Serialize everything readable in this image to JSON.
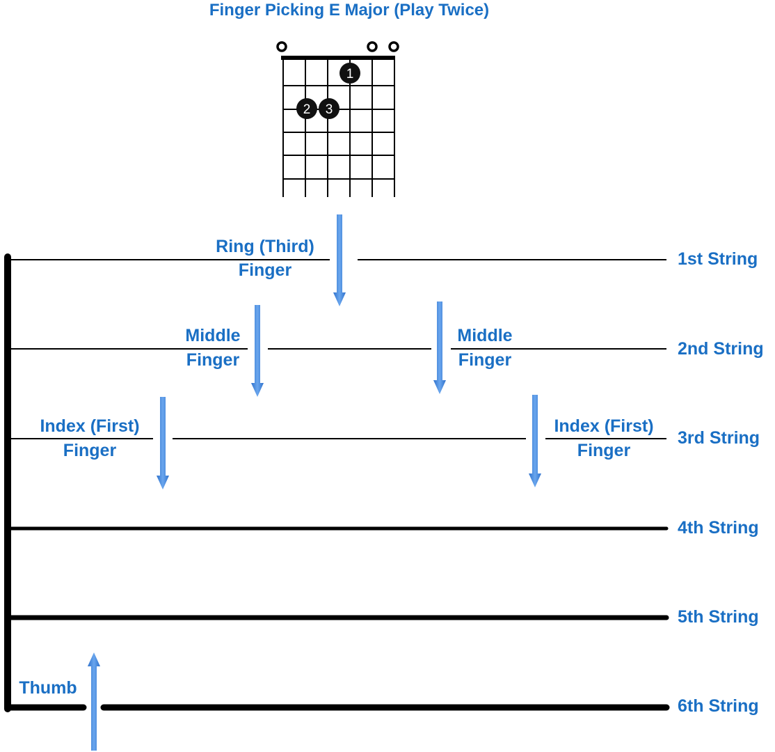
{
  "title": "Finger Picking E Major (Play Twice)",
  "chord_chart": {
    "open_marks": [
      "o",
      "o",
      "o"
    ],
    "finger_dots": [
      "1",
      "2",
      "3"
    ]
  },
  "string_labels": [
    "1st String",
    "2nd String",
    "3rd String",
    "4th String",
    "5th String",
    "6th String"
  ],
  "finger_labels": {
    "ring": [
      "Ring (Third)",
      "Finger"
    ],
    "middle_left": [
      "Middle",
      "Finger"
    ],
    "middle_right": [
      "Middle",
      "Finger"
    ],
    "index_left": [
      "Index (First)",
      "Finger"
    ],
    "index_right": [
      "Index (First)",
      "Finger"
    ],
    "thumb": "Thumb"
  },
  "colors": {
    "label_blue": "#1a6fc4",
    "arrow_blue": "#4a8fe0",
    "line_black": "#000000"
  },
  "icons": [
    "down-arrow-icon",
    "up-arrow-icon"
  ]
}
